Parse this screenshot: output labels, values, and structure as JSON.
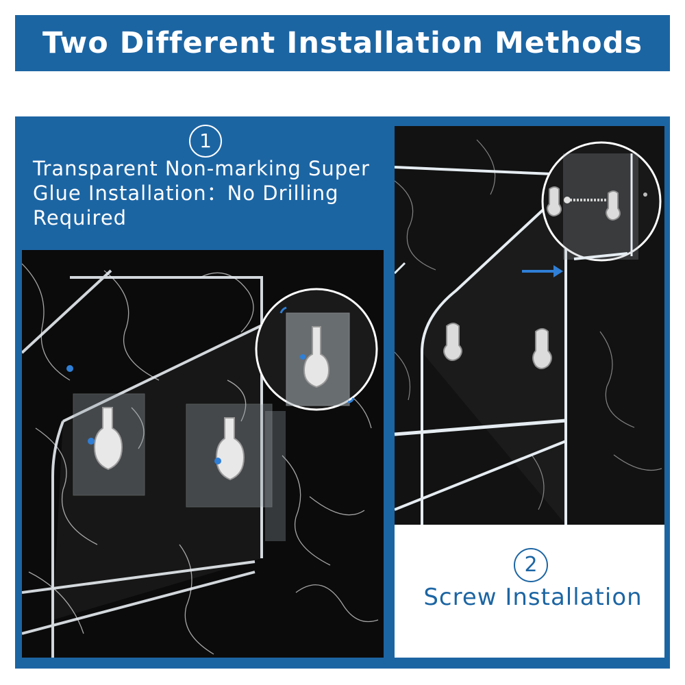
{
  "header": {
    "title": "Two Different Installation Methods"
  },
  "method_1": {
    "number": "1",
    "description": "Transparent Non-marking Super Glue Installation：No Drilling Required"
  },
  "method_2": {
    "number": "2",
    "label": "Screw Installation"
  },
  "colors": {
    "accent": "#1c65a3",
    "background": "#ffffff",
    "marble": "#0c0c0c",
    "highlight_blue": "#2f7fd6"
  },
  "icons": [
    "magnified-adhesive-hook-detail",
    "magnified-screw-detail",
    "arrow-right-icon"
  ]
}
